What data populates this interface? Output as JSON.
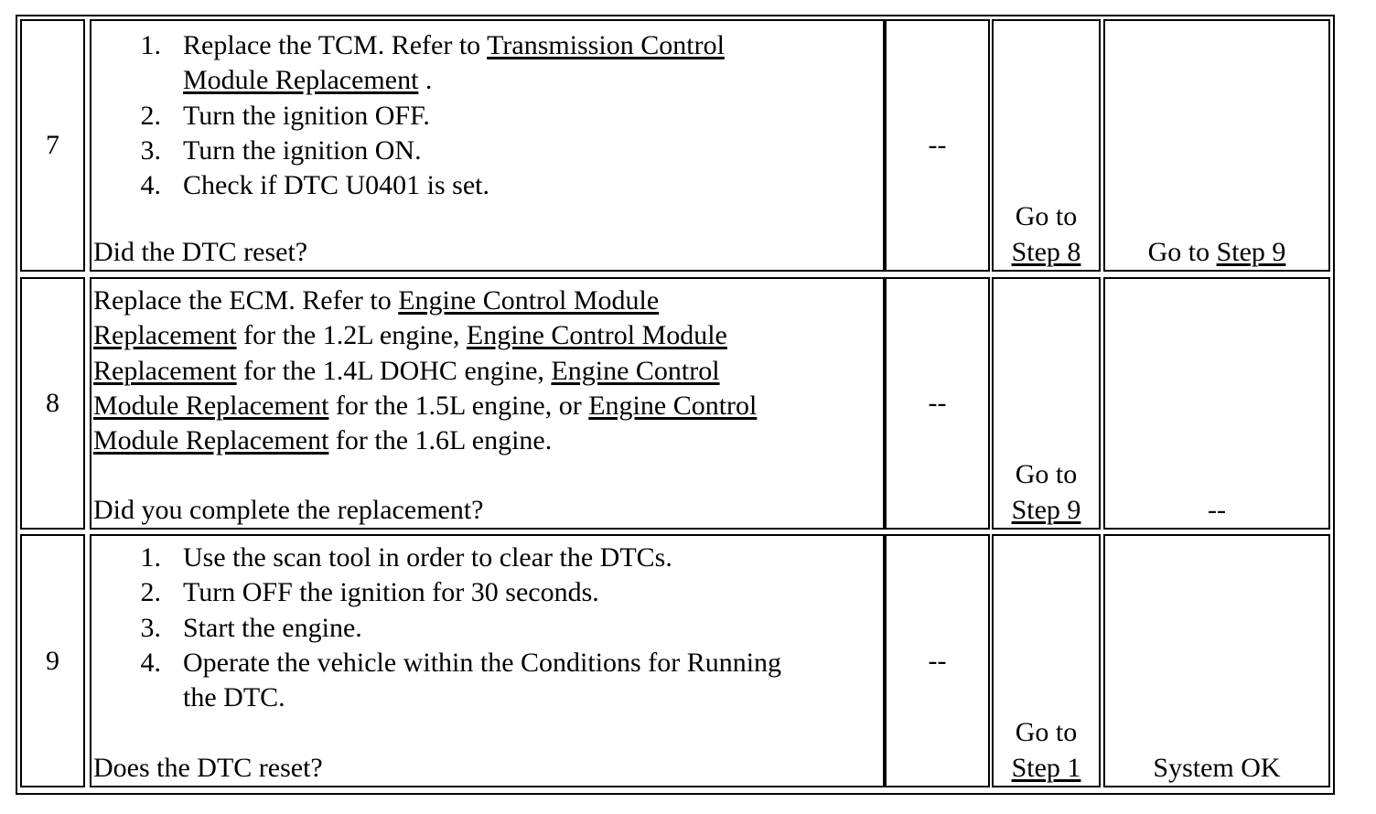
{
  "rows": [
    {
      "step": "7",
      "items": [
        {
          "n": "1.",
          "pre": "Replace the TCM. Refer to ",
          "link_a": "Transmission Control",
          "link_b": "Module Replacement",
          "post": " ."
        },
        {
          "n": "2.",
          "text": "Turn the ignition OFF."
        },
        {
          "n": "3.",
          "text": "Turn the ignition ON."
        },
        {
          "n": "4.",
          "text": "Check if DTC U0401 is set."
        }
      ],
      "question": "Did the DTC reset?",
      "value": "--",
      "yes_pre": "Go to",
      "yes_link": "Step 8",
      "no_pre": "Go to ",
      "no_link": "Step 9"
    },
    {
      "step": "8",
      "lines": [
        {
          "a": "Replace the ECM. Refer to ",
          "l1": "Engine Control Module"
        },
        {
          "l1": "Replacement",
          "b": " for the 1.2L engine, ",
          "l2": "Engine Control Module"
        },
        {
          "l1": "Replacement",
          "b": " for the 1.4L DOHC engine, ",
          "l2": "Engine Control"
        },
        {
          "l1": "Module Replacement",
          "b": " for the 1.5L engine, or ",
          "l2": "Engine Control"
        },
        {
          "l1": "Module Replacement",
          "b": " for the 1.6L engine."
        }
      ],
      "question": "Did you complete the replacement?",
      "value": "--",
      "yes_pre": "Go to",
      "yes_link": "Step 9",
      "no": "--"
    },
    {
      "step": "9",
      "items": [
        {
          "n": "1.",
          "text": "Use the scan tool in order to clear the DTCs."
        },
        {
          "n": "2.",
          "text": "Turn OFF the ignition for 30 seconds."
        },
        {
          "n": "3.",
          "text": "Start the engine."
        },
        {
          "n": "4.",
          "text": "Operate the vehicle within the Conditions for Running",
          "cont": "the DTC."
        }
      ],
      "question": "Does the DTC reset?",
      "value": "--",
      "yes_pre": "Go to",
      "yes_link": "Step 1",
      "no": "System OK"
    }
  ]
}
